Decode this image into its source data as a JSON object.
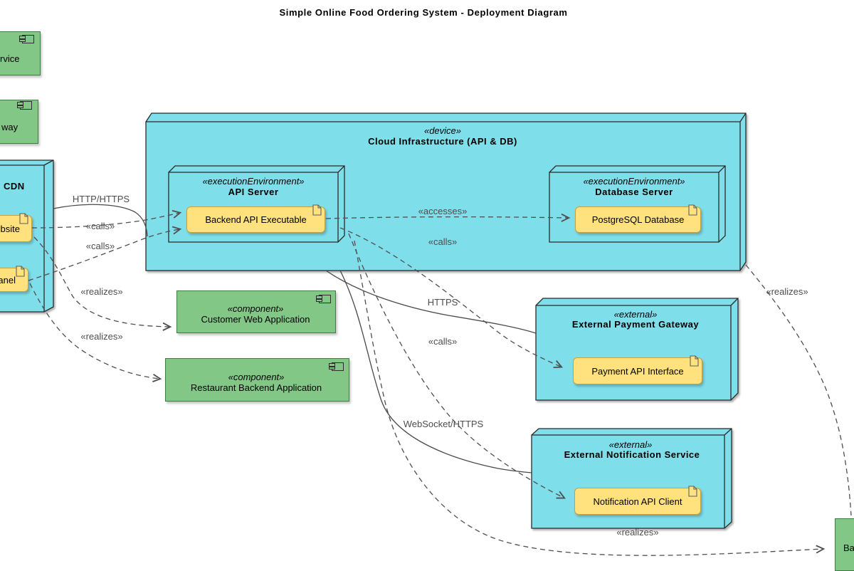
{
  "title": "Simple Online Food Ordering System - Deployment Diagram",
  "labels": {
    "http_https": "HTTP/HTTPS",
    "calls": "«calls»",
    "accesses": "«accesses»",
    "https": "HTTPS",
    "websocket_https": "WebSocket/HTTPS",
    "realizes": "«realizes»"
  },
  "nodes": {
    "partial_service": {
      "fragment": "rvice"
    },
    "partial_gateway": {
      "fragment": "way"
    },
    "cdn": {
      "fragment": "CDN",
      "website_fragment": "bsite",
      "panel_fragment": "anel"
    },
    "cloud": {
      "stereotype": "«device»",
      "name": "Cloud Infrastructure (API & DB)"
    },
    "api_server": {
      "stereotype": "«executionEnvironment»",
      "name": "API Server",
      "artifact": "Backend API Executable"
    },
    "db_server": {
      "stereotype": "«executionEnvironment»",
      "name": "Database Server",
      "artifact": "PostgreSQL Database"
    },
    "customer_web_app": {
      "stereotype": "«component»",
      "name": "Customer Web Application"
    },
    "restaurant_backend_app": {
      "stereotype": "«component»",
      "name": "Restaurant Backend Application"
    },
    "payment_gateway": {
      "stereotype": "«external»",
      "name": "External Payment Gateway",
      "artifact": "Payment API Interface"
    },
    "notification_service": {
      "stereotype": "«external»",
      "name": "External Notification Service",
      "artifact": "Notification API Client"
    },
    "partial_backend": {
      "fragment": "Ba"
    }
  },
  "colors": {
    "node_cyan": "#7EDEEA",
    "component_green": "#82C785",
    "artifact_yellow": "#FFE17E",
    "edge_gray": "#4F4F4F"
  }
}
